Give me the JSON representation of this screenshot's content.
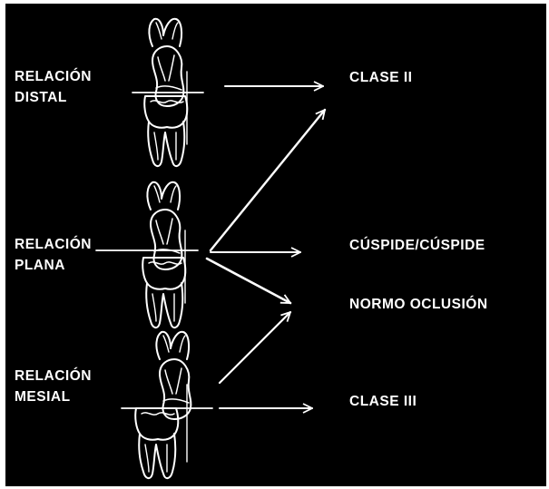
{
  "relations": [
    {
      "line1": "RELACIÓN",
      "line2": "DISTAL"
    },
    {
      "line1": "RELACIÓN",
      "line2": "PLANA"
    },
    {
      "line1": "RELACIÓN",
      "line2": "MESIAL"
    }
  ],
  "outcomes": [
    {
      "label": "CLASE II"
    },
    {
      "label": "CÚSPIDE/CÚSPIDE"
    },
    {
      "label": "NORMO OCLUSIÓN"
    },
    {
      "label": "CLASE III"
    }
  ],
  "colors": {
    "background": "#000000",
    "foreground": "#ffffff"
  },
  "icons": [
    "molar-pair-icon",
    "arrow-icon"
  ]
}
